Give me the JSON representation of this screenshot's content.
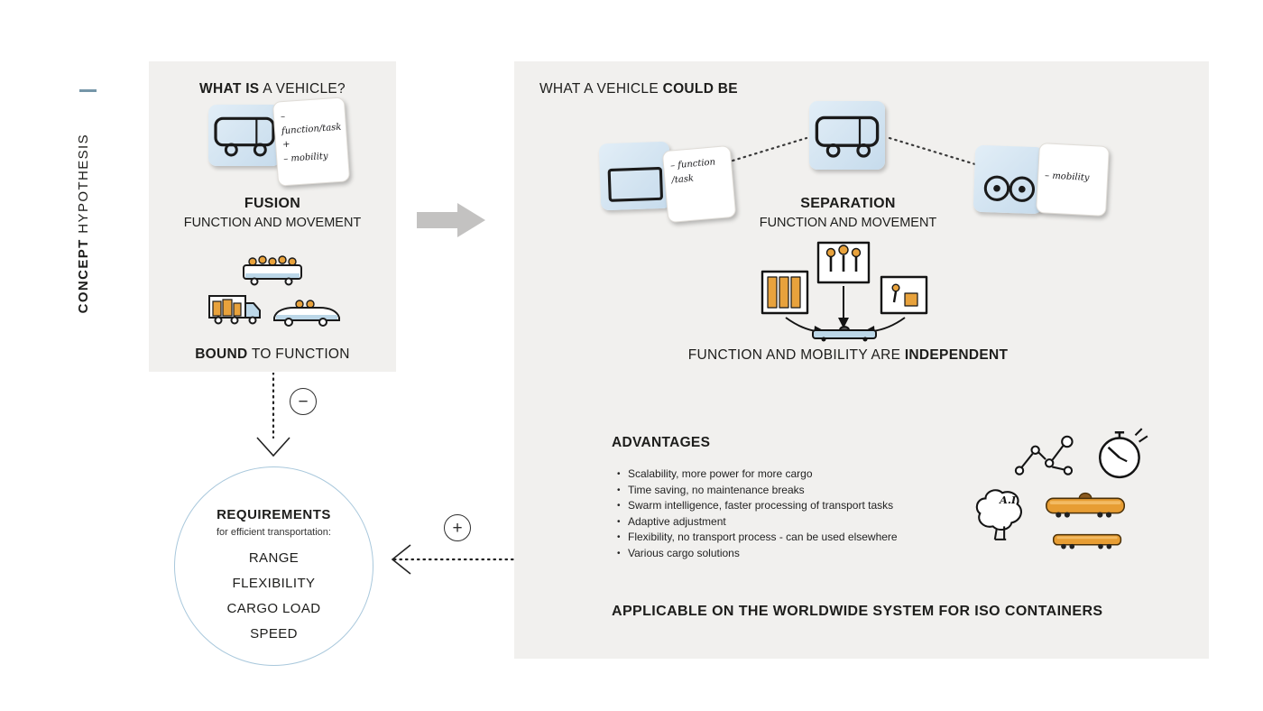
{
  "meta": {
    "title_vertical_bold": "CONCEPT",
    "title_vertical_regular": "HYPOTHESIS"
  },
  "left_panel": {
    "title_bold": "WHAT IS",
    "title_rest": " A VEHICLE?",
    "sticky_note": "– function/task\n   +\n– mobility",
    "fusion_title": "FUSION",
    "fusion_subtitle": "FUNCTION AND MOVEMENT",
    "bound_bold": "BOUND",
    "bound_rest": " TO FUNCTION"
  },
  "right_panel": {
    "title_regular": "WHAT A VEHICLE ",
    "title_bold": "COULD BE",
    "function_note": "– function\n/task",
    "mobility_note": "– mobility",
    "separation_title": "SEPARATION",
    "separation_subtitle": "FUNCTION AND MOVEMENT",
    "independent_regular": "FUNCTION AND MOBILITY ARE ",
    "independent_bold": "INDEPENDENT",
    "advantages_title": "ADVANTAGES",
    "advantages": [
      "Scalability, more power for more cargo",
      "Time saving, no maintenance breaks",
      "Swarm intelligence, faster processing of transport tasks",
      "Adaptive adjustment",
      "Flexibility, no transport process - can be used elsewhere",
      "Various cargo solutions"
    ],
    "ai_label": "A.I.",
    "footer": "APPLICABLE ON THE WORLDWIDE SYSTEM FOR ISO CONTAINERS"
  },
  "requirements_circle": {
    "title": "REQUIREMENTS",
    "subtitle": "for efficient transportation:",
    "items": [
      "RANGE",
      "FLEXIBILITY",
      "CARGO LOAD",
      "SPEED"
    ]
  },
  "connectors": {
    "minus_symbol": "−",
    "plus_symbol": "+"
  },
  "colors": {
    "panel_background": "#f1f0ee",
    "card_blue": "#cfe1ef",
    "circle_border_blue": "#a9c8dc",
    "arrow_gray": "#c3c2c1",
    "sketch_orange": "#e8a23c",
    "sketch_light_blue": "#bcd7e8",
    "text": "#1d1d1b"
  }
}
